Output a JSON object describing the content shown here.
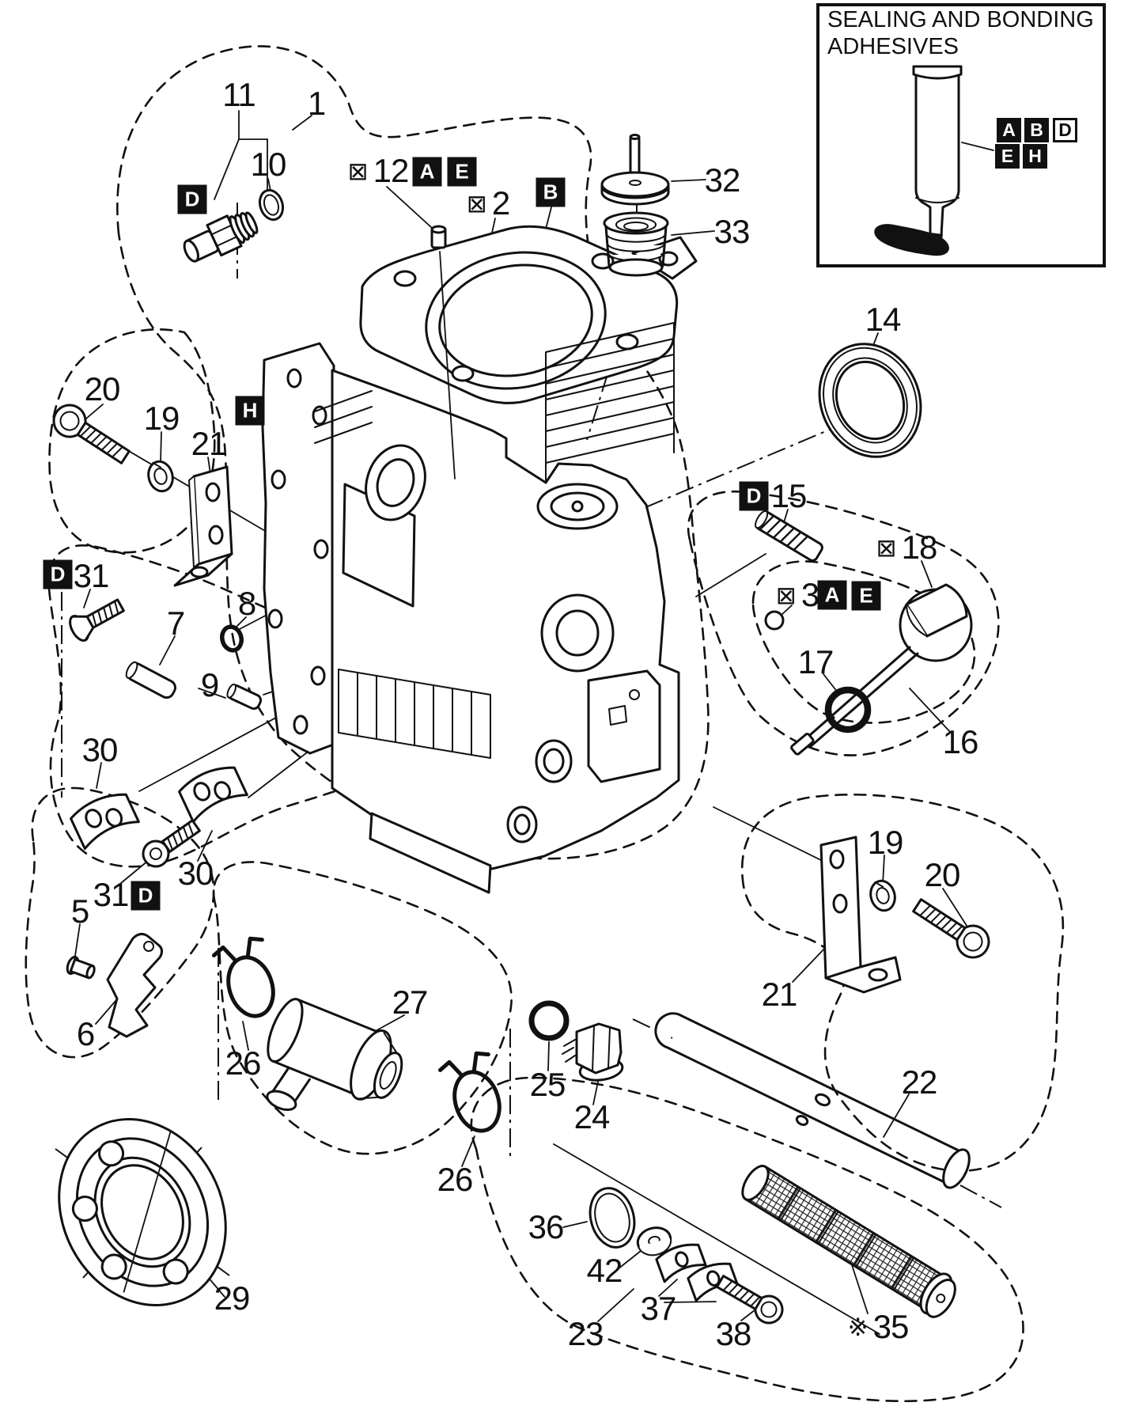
{
  "colors": {
    "ink": "#111111",
    "background": "#ffffff"
  },
  "adhesives_box": {
    "title_line1": "SEALING AND BONDING",
    "title_line2": "ADHESIVES",
    "codes": [
      {
        "letter": "A",
        "style": "filled"
      },
      {
        "letter": "B",
        "style": "filled"
      },
      {
        "letter": "D",
        "style": "outline"
      },
      {
        "letter": "E",
        "style": "filled"
      },
      {
        "letter": "H",
        "style": "filled"
      }
    ]
  },
  "badges": {
    "d_top_left": "D",
    "h_gasket": "H",
    "a_pellet": "A",
    "e_pellet": "E",
    "b_cylinder": "B",
    "d_screw31_left": "D",
    "d_screw31_bottom": "D",
    "d_stud15": "D",
    "a_ball3": "A",
    "e_ball3": "E"
  },
  "marks": {
    "boxed_cross": "⊠",
    "reference": "※"
  },
  "callouts": {
    "n1": "1",
    "n2": "2",
    "n3": "3",
    "n5": "5",
    "n6": "6",
    "n7": "7",
    "n8": "8",
    "n9": "9",
    "n10": "10",
    "n11": "11",
    "n12": "12",
    "n14": "14",
    "n15": "15",
    "n16": "16",
    "n17": "17",
    "n18": "18",
    "n19_left": "19",
    "n19_right": "19",
    "n20_left": "20",
    "n20_right": "20",
    "n21_left": "21",
    "n21_right": "21",
    "n22": "22",
    "n23": "23",
    "n24": "24",
    "n25": "25",
    "n26_upper": "26",
    "n26_lower": "26",
    "n27": "27",
    "n29": "29",
    "n30_left": "30",
    "n30_right": "30",
    "n31_left": "31",
    "n31_bottom": "31",
    "n32": "32",
    "n33": "33",
    "n35": "35",
    "n36": "36",
    "n37": "37",
    "n38": "38",
    "n42": "42"
  }
}
